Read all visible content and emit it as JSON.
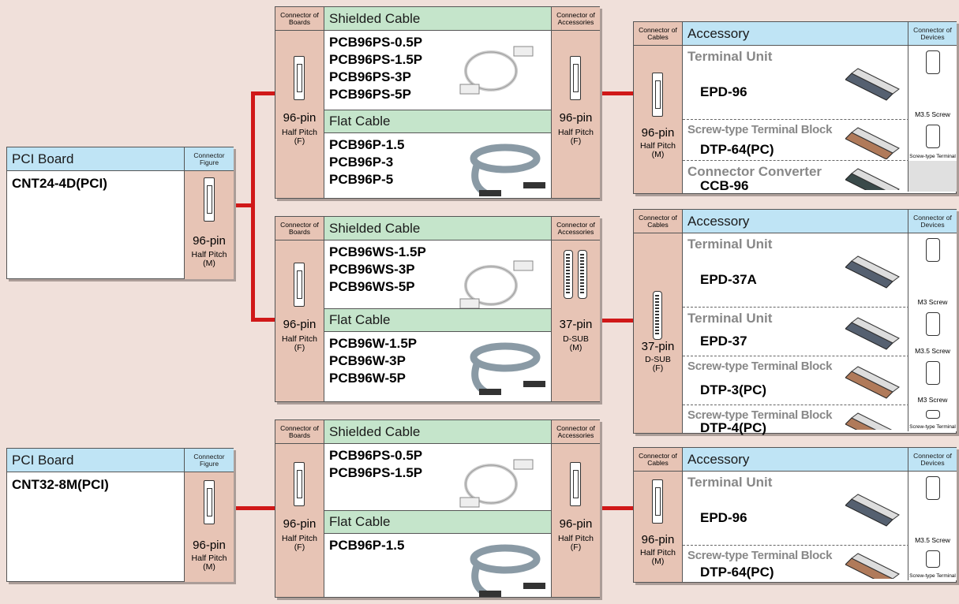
{
  "pci_boards": [
    {
      "header": "PCI Board",
      "connector_header": "Connector Figure",
      "model": "CNT24-4D(PCI)",
      "pin": "96-pin",
      "pitch": "Half Pitch",
      "gender": "(M)"
    },
    {
      "header": "PCI Board",
      "connector_header": "Connector Figure",
      "model": "CNT32-8M(PCI)",
      "pin": "96-pin",
      "pitch": "Half Pitch",
      "gender": "(M)"
    }
  ],
  "cable_groups": [
    {
      "left_header": "Connector of Boards",
      "right_header": "Connector of Accessories",
      "shielded_label": "Shielded Cable",
      "flat_label": "Flat Cable",
      "shielded": "PCB96PS-0.5P\nPCB96PS-1.5P\nPCB96PS-3P\nPCB96PS-5P",
      "flat": "PCB96P-1.5\nPCB96P-3\nPCB96P-5",
      "left_pin": "96-pin",
      "left_pitch": "Half Pitch",
      "left_gender": "(F)",
      "right_pin": "96-pin",
      "right_pitch": "Half Pitch",
      "right_gender": "(F)"
    },
    {
      "left_header": "Connector of Boards",
      "right_header": "Connector of Accessories",
      "shielded_label": "Shielded Cable",
      "flat_label": "Flat Cable",
      "shielded": "PCB96WS-1.5P\nPCB96WS-3P\nPCB96WS-5P",
      "flat": "PCB96W-1.5P\nPCB96W-3P\nPCB96W-5P",
      "left_pin": "96-pin",
      "left_pitch": "Half Pitch",
      "left_gender": "(F)",
      "right_pin": "37-pin",
      "right_pitch": "D-SUB",
      "right_gender": "(M)"
    },
    {
      "left_header": "Connector of Boards",
      "right_header": "Connector of Accessories",
      "shielded_label": "Shielded Cable",
      "flat_label": "Flat Cable",
      "shielded": "PCB96PS-0.5P\nPCB96PS-1.5P",
      "flat": "PCB96P-1.5",
      "left_pin": "96-pin",
      "left_pitch": "Half Pitch",
      "left_gender": "(F)",
      "right_pin": "96-pin",
      "right_pitch": "Half Pitch",
      "right_gender": "(F)"
    }
  ],
  "accessory_groups": [
    {
      "cables_header": "Connector of Cables",
      "title": "Accessory",
      "devices_header": "Connector of Devices",
      "pin": "96-pin",
      "pitch": "Half Pitch",
      "gender": "(M)",
      "items": [
        {
          "type": "Terminal Unit",
          "model": "EPD-96",
          "device": "M3.5 Screw"
        },
        {
          "type": "Screw-type Terminal Block",
          "model": "DTP-64(PC)",
          "device": "Screw-type Terminal"
        },
        {
          "type": "Connector Converter",
          "model": "CCB-96",
          "device": ""
        }
      ]
    },
    {
      "cables_header": "Connector of Cables",
      "title": "Accessory",
      "devices_header": "Connector of Devices",
      "pin": "37-pin",
      "pitch": "D-SUB",
      "gender": "(F)",
      "items": [
        {
          "type": "Terminal Unit",
          "model": "EPD-37A",
          "device": "M3 Screw"
        },
        {
          "type": "Terminal Unit",
          "model": "EPD-37",
          "device": "M3.5 Screw"
        },
        {
          "type": "Screw-type Terminal Block",
          "model": "DTP-3(PC)",
          "device": "M3 Screw"
        },
        {
          "type": "Screw-type Terminal Block",
          "model": "DTP-4(PC)",
          "device": "Screw-type Terminal"
        }
      ]
    },
    {
      "cables_header": "Connector of Cables",
      "title": "Accessory",
      "devices_header": "Connector of Devices",
      "pin": "96-pin",
      "pitch": "Half Pitch",
      "gender": "(M)",
      "items": [
        {
          "type": "Terminal Unit",
          "model": "EPD-96",
          "device": "M3.5 Screw"
        },
        {
          "type": "Screw-type Terminal Block",
          "model": "DTP-64(PC)",
          "device": "Screw-type Terminal"
        }
      ]
    }
  ],
  "colors": {
    "header_blue": "#bfe4f5",
    "header_green": "#c5e5cb",
    "connector_pink": "#e7c4b5",
    "line_red": "#d01818",
    "background": "#f0e0da"
  }
}
